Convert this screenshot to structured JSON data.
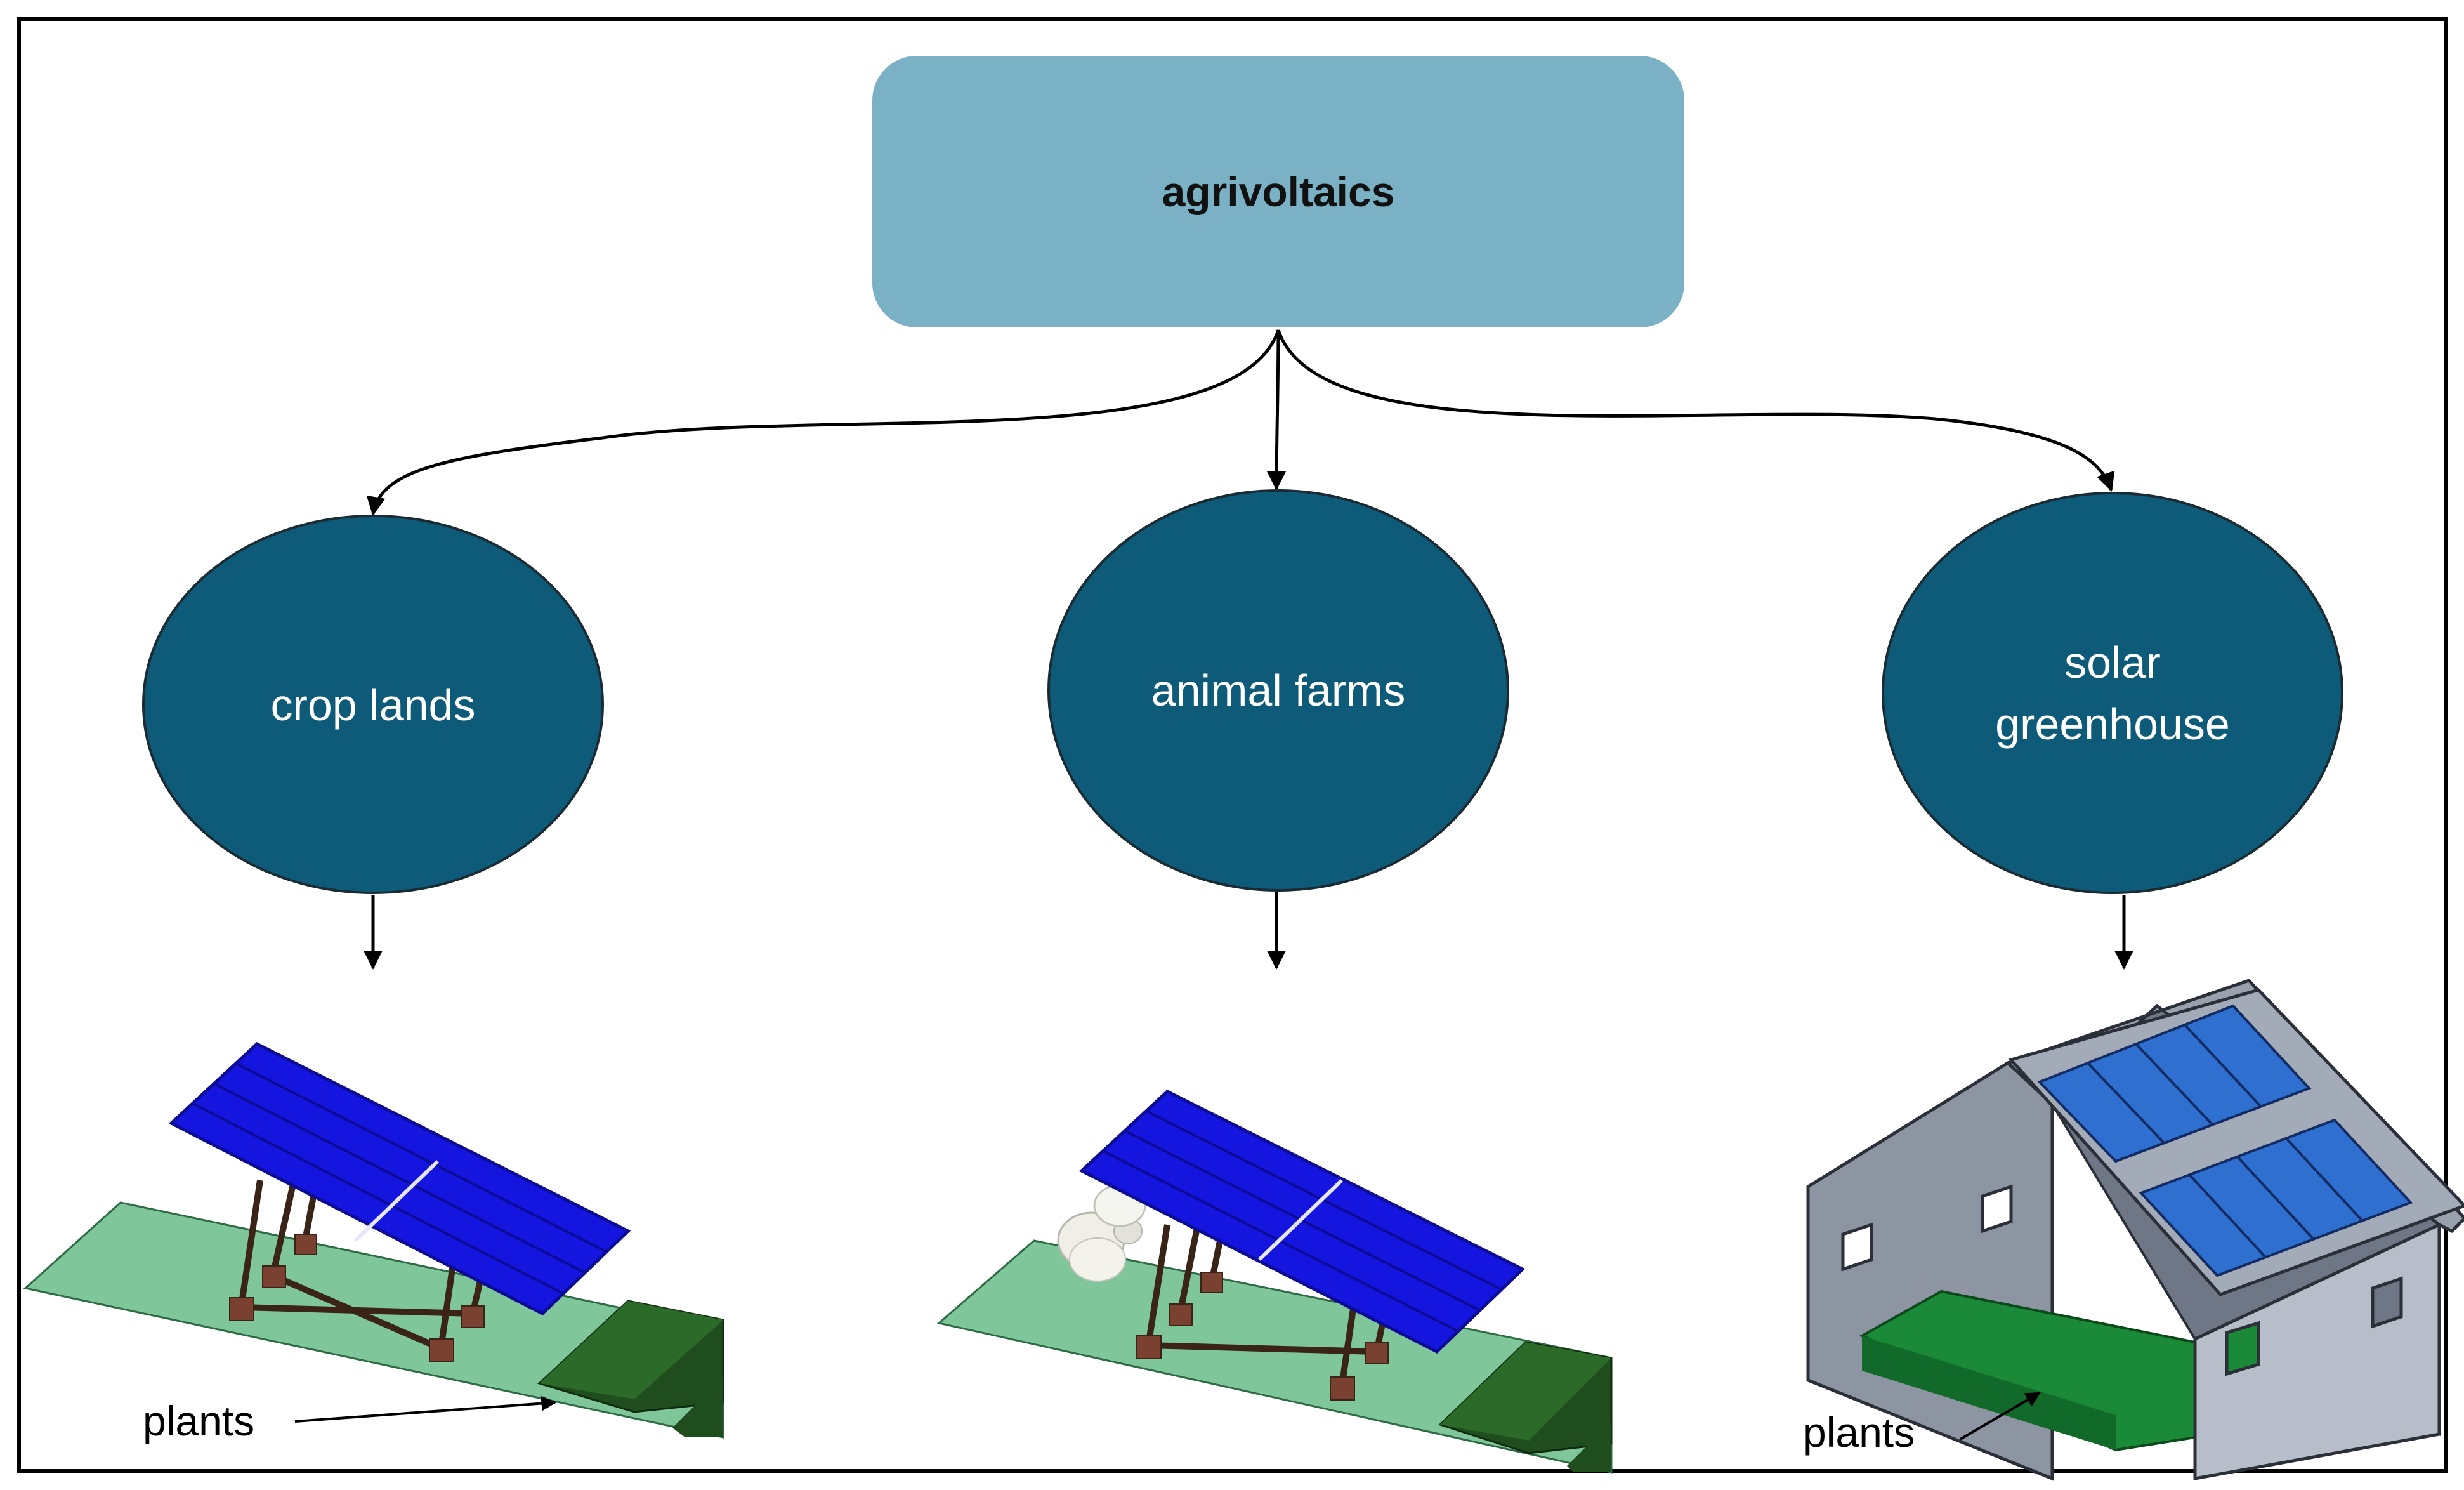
{
  "root": {
    "label": "agrivoltaics",
    "fill": "#7bb1c4"
  },
  "categories": [
    {
      "label_lines": [
        "crop lands"
      ],
      "fill": "#0d5b78"
    },
    {
      "label_lines": [
        "animal farms"
      ],
      "fill": "#0d5b78"
    },
    {
      "label_lines": [
        "solar",
        "greenhouse"
      ],
      "fill": "#0d5b78"
    }
  ],
  "callouts": {
    "crop_plants": "plants",
    "greenhouse_plants": "plants"
  },
  "colors": {
    "frame": "#000000",
    "panel": "#1515e0",
    "panel_dark": "#0b0b96",
    "ground": "#7fc79a",
    "plant_block": "#1f4d1d",
    "post": "#5a3424",
    "house_wall": "#8d95a3",
    "house_side": "#b8bec9",
    "greenhouse_floor": "#1a8a38",
    "roof_panel": "#2f6fd0"
  }
}
